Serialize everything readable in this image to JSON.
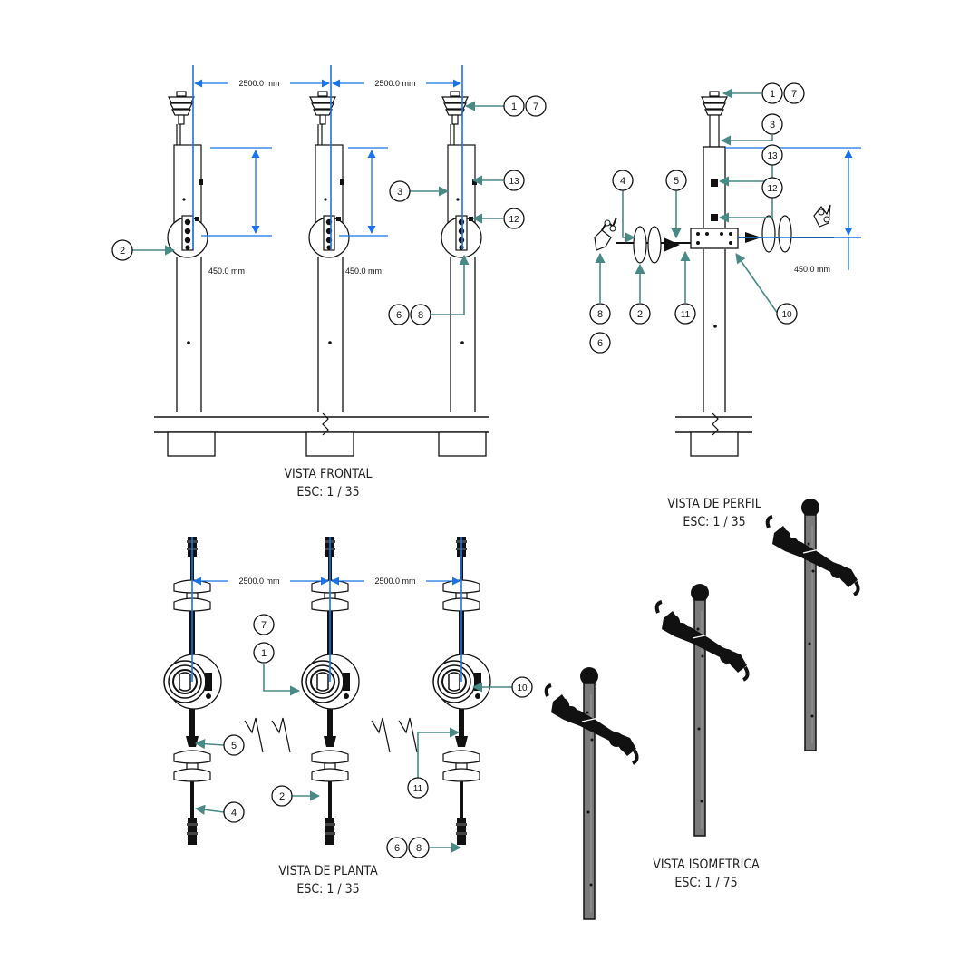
{
  "dimensions": {
    "spacing": "2500.0 mm",
    "crossarm_drop": "450.0 mm"
  },
  "views": {
    "front": {
      "title": "VISTA FRONTAL",
      "scale": "ESC: 1 / 35"
    },
    "profile": {
      "title": "VISTA DE PERFIL",
      "scale": "ESC: 1 / 35"
    },
    "plan": {
      "title": "VISTA DE PLANTA",
      "scale": "ESC: 1 / 35"
    },
    "isometric": {
      "title": "VISTA ISOMETRICA",
      "scale": "ESC: 1 / 75"
    }
  },
  "callouts": {
    "c1": "1",
    "c2": "2",
    "c3": "3",
    "c4": "4",
    "c5": "5",
    "c6": "6",
    "c7": "7",
    "c8": "8",
    "c10": "10",
    "c11": "11",
    "c12": "12",
    "c13": "13"
  },
  "colors": {
    "dimension": "#1a73e8",
    "leader": "#4a8a86",
    "ink": "#1a1a1a"
  }
}
